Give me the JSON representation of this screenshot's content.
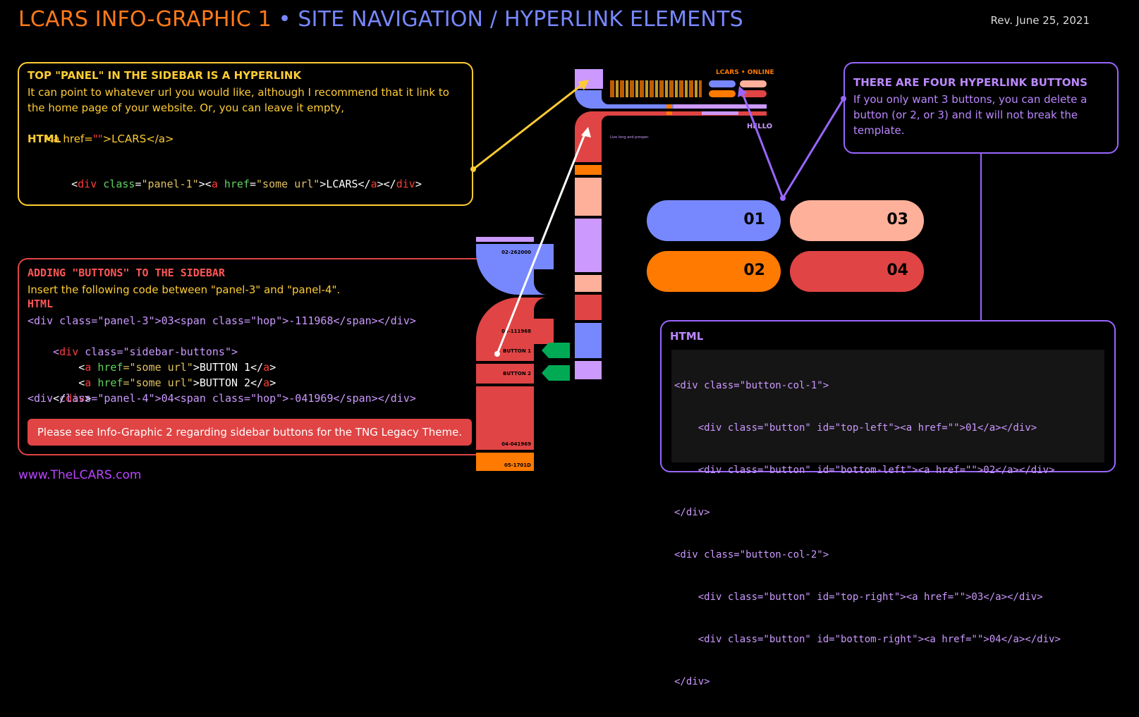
{
  "header": {
    "title_a": "LCARS INFO-GRAPHIC 1",
    "bullet": "•",
    "title_b": "SITE NAVIGATION / HYPERLINK ELEMENTS",
    "revision": "Rev. June 25, 2021",
    "colors": {
      "orange": "#ff7a1a",
      "blue": "#7788ff"
    }
  },
  "top_panel_box": {
    "heading": "TOP \"PANEL\" IN THE SIDEBAR IS A HYPERLINK",
    "line1": "It can point to whatever url you would like, although I recommend that it link to",
    "line2": "the home page of your website. Or, you can leave it empty,",
    "example_pre": " <a href=",
    "example_quotes": "\"\"",
    "example_post": ">LCARS</a>",
    "html_label": "HTML",
    "code": {
      "lt": "<",
      "tag": "div",
      "attr1": "class",
      "eq": "=",
      "val1": "\"panel-1\"",
      "gt": ">",
      "atag": "a",
      "attr2": "href",
      "val2": "\"some url\"",
      "text": "LCARS",
      "close_a": "</",
      "close_div": "</"
    }
  },
  "buttons_box": {
    "heading": "ADDING \"BUTTONS\" TO THE SIDEBAR",
    "instruction": "Insert the following code between \"panel-3\" and \"panel-4\".",
    "html_label": "HTML",
    "line1": "<div class=\"panel-3\">03<span class=\"hop\">-111968</span></div>",
    "line2_a": "<",
    "line2_tag": "div",
    "line2_attr": " class",
    "line2_val": "=\"sidebar-buttons\"",
    "line2_end": ">",
    "b1_pre": "    <",
    "b1_tag": "a",
    "b1_attr": " href",
    "b1_val": "=\"some url\"",
    "b1_text": ">BUTTON 1</",
    "b1_end": ">",
    "b2_text": ">BUTTON 2</",
    "line_close": "</",
    "line_close_end": ">",
    "line_last": "<div class=\"panel-4\">04<span class=\"hop\">-041969</span></div>",
    "notice": "Please see Info-Graphic 2 regarding sidebar buttons for the TNG Legacy Theme."
  },
  "four_buttons_box": {
    "heading": "THERE ARE FOUR HYPERLINK BUTTONS",
    "line1": "If you only want 3 buttons, you can delete a",
    "line2": "button (or 2, or 3) and it will not break the",
    "line3": "template."
  },
  "big_buttons": {
    "b01": "01",
    "b02": "02",
    "b03": "03",
    "b04": "04"
  },
  "html_box": {
    "label": "HTML",
    "lines": [
      "<div class=\"button-col-1\">",
      "    <div class=\"button\" id=\"top-left\"><a href=\"\">01</a></div>",
      "    <div class=\"button\" id=\"bottom-left\"><a href=\"\">02</a></div>",
      "</div>",
      "<div class=\"button-col-2\">",
      "    <div class=\"button\" id=\"top-right\"><a href=\"\">03</a></div>",
      "    <div class=\"button\" id=\"bottom-right\"><a href=\"\">04</a></div>",
      "</div>"
    ]
  },
  "sidebar_mock": {
    "p1": "02-262000",
    "p2": "03-111968",
    "btn1": "BUTTON 1",
    "btn2": "BUTTON 2",
    "p3": "04-041969",
    "p4": "05-1701D"
  },
  "mini_site": {
    "online": "LCARS • ONLINE",
    "hello": "HELLO",
    "tagline": "Live long and prosper."
  },
  "footer": {
    "url": "www.TheLCARS.com"
  }
}
